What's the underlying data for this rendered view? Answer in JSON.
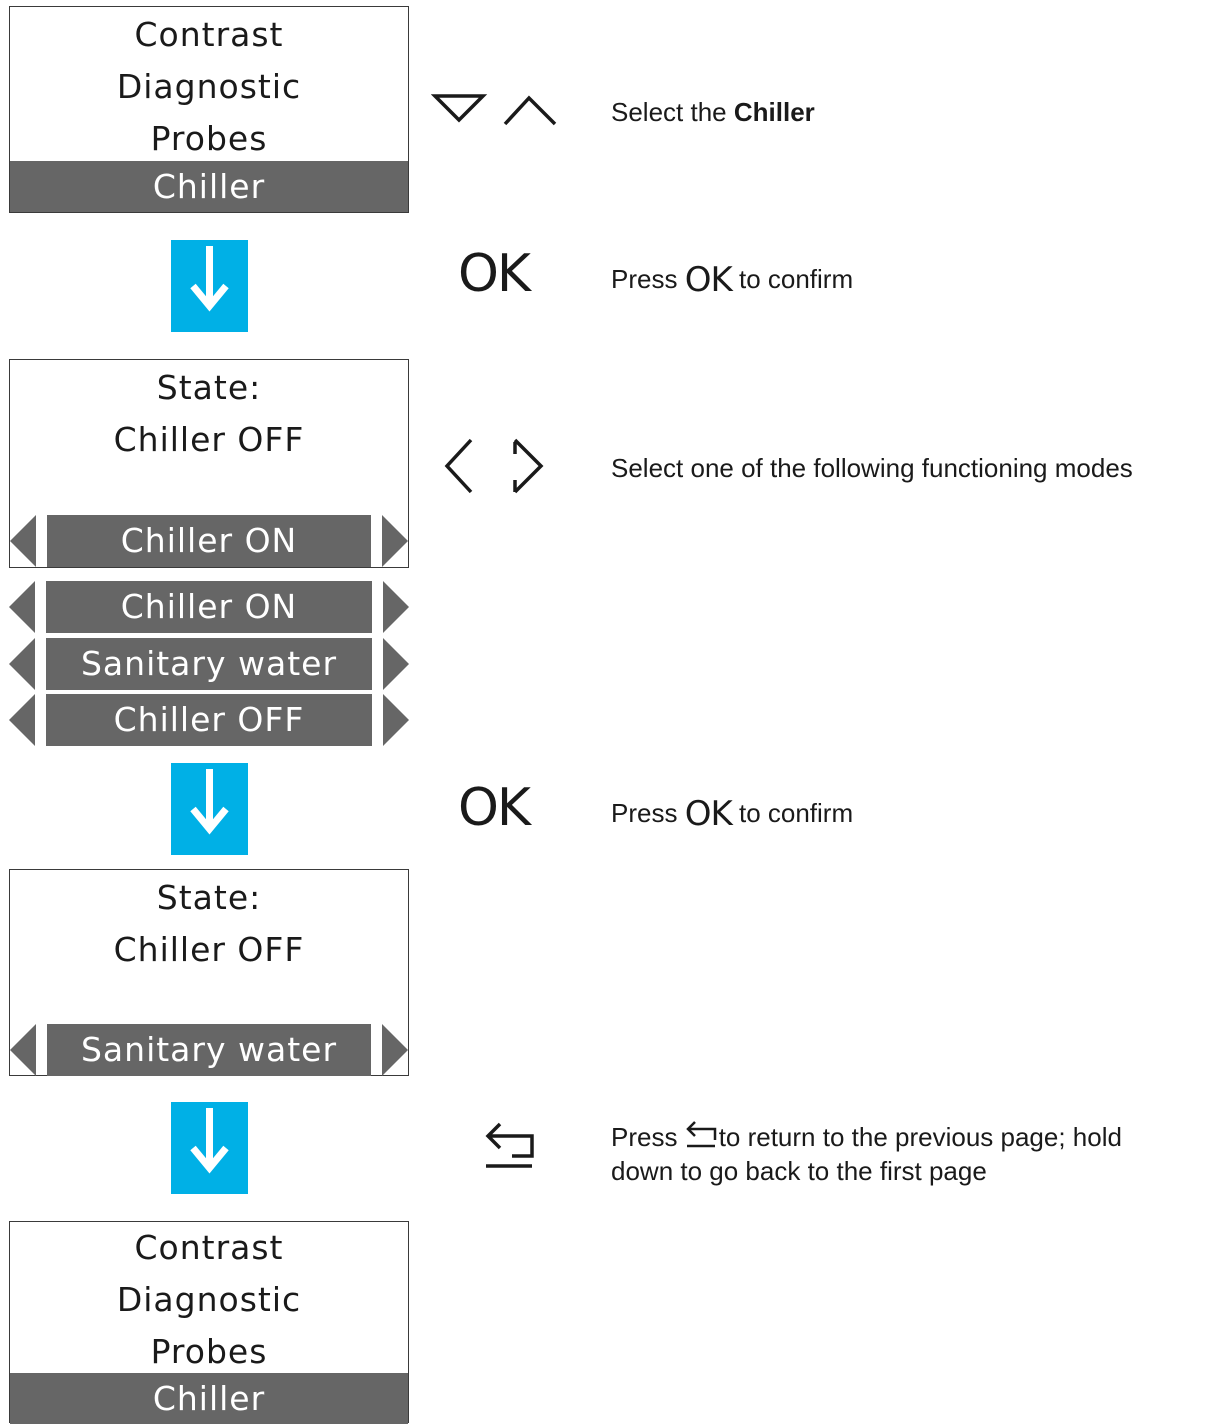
{
  "menu_screen": {
    "items": [
      "Contrast",
      "Diagnostic",
      "Probes"
    ],
    "selected": "Chiller"
  },
  "state_screen_1": {
    "state_label": "State:",
    "state_value": "Chiller OFF",
    "mode_option": "Chiller ON"
  },
  "mode_list": [
    "Chiller ON",
    "Sanitary water",
    "Chiller OFF"
  ],
  "state_screen_2": {
    "state_label": "State:",
    "state_value": "Chiller OFF",
    "mode_option": "Sanitary water"
  },
  "menu_screen_final": {
    "items": [
      "Contrast",
      "Diagnostic",
      "Probes"
    ],
    "selected": "Chiller"
  },
  "keys": {
    "ok": "OK"
  },
  "instructions": {
    "step1_prefix": "Select the ",
    "step1_bold": "Chiller",
    "step2_prefix": "Press ",
    "step2_key": "OK",
    "step2_suffix": " to confirm",
    "step3": "Select one of the following functioning modes",
    "step4_prefix": "Press ",
    "step4_key": "OK",
    "step4_suffix": " to confirm",
    "step5_prefix": "Press ",
    "step5_suffix": "to return to the previous page; hold",
    "step5_line2": "down to go back to the first page"
  },
  "colors": {
    "accent_arrow": "#00b0e6",
    "selection_bar": "#666666"
  },
  "icons": [
    "down-arrow-key-icon",
    "up-arrow-key-icon",
    "left-arrow-key-icon",
    "right-arrow-key-icon",
    "back-key-icon",
    "flow-down-arrow-icon"
  ]
}
